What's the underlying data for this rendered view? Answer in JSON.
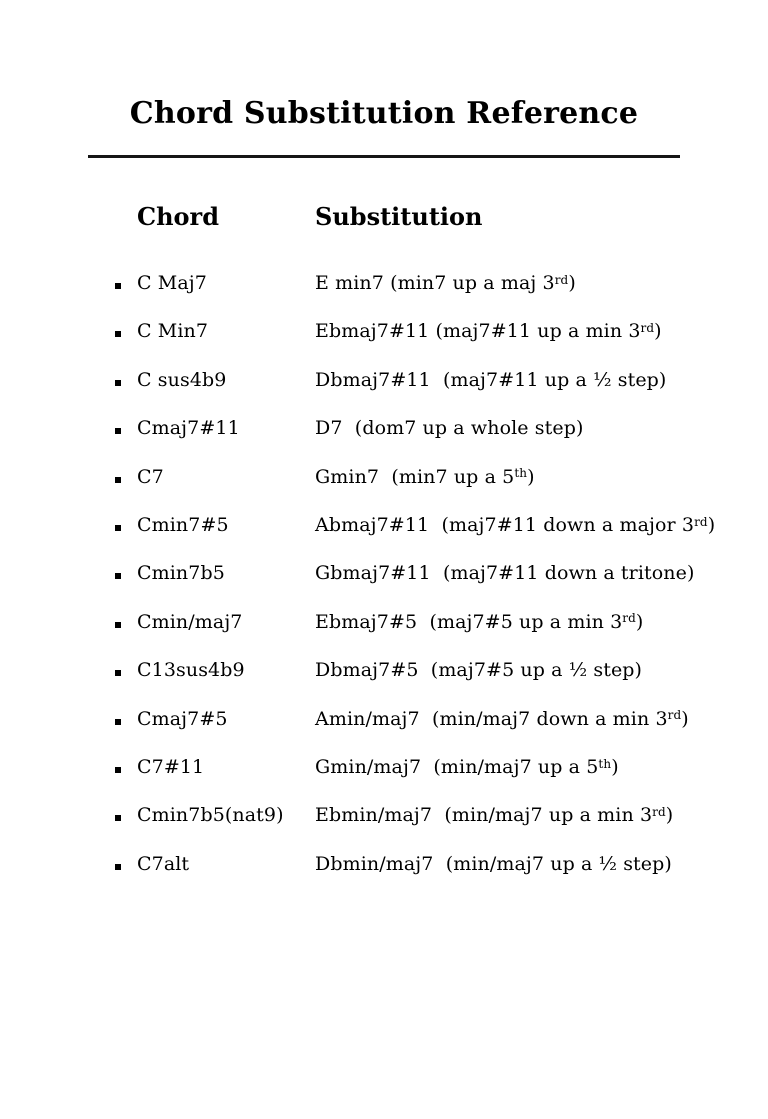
{
  "page": {
    "title": "Chord Substitution Reference"
  },
  "colors": {
    "background": "#ffffff",
    "text": "#000000",
    "rule": "#151515"
  },
  "table": {
    "headers": {
      "chord": "Chord",
      "substitution": "Substitution"
    },
    "rows": [
      {
        "chord": "C Maj7",
        "sub_pre": "E min7 (min7 up a maj 3",
        "sub_sup": "rd",
        "sub_post": ")"
      },
      {
        "chord": "C Min7",
        "sub_pre": "Ebmaj7#11 (maj7#11 up a min 3",
        "sub_sup": "rd",
        "sub_post": ")"
      },
      {
        "chord": "C sus4b9",
        "sub_pre": "Dbmaj7#11  (maj7#11 up a ½ step)",
        "sub_sup": "",
        "sub_post": ""
      },
      {
        "chord": "Cmaj7#11",
        "sub_pre": "D7  (dom7 up a whole step)",
        "sub_sup": "",
        "sub_post": ""
      },
      {
        "chord": "C7",
        "sub_pre": "Gmin7  (min7 up a 5",
        "sub_sup": "th",
        "sub_post": ")"
      },
      {
        "chord": "Cmin7#5",
        "sub_pre": "Abmaj7#11  (maj7#11 down a major 3",
        "sub_sup": "rd",
        "sub_post": ")"
      },
      {
        "chord": "Cmin7b5",
        "sub_pre": "Gbmaj7#11  (maj7#11 down a tritone)",
        "sub_sup": "",
        "sub_post": ""
      },
      {
        "chord": "Cmin/maj7",
        "sub_pre": "Ebmaj7#5  (maj7#5 up a min 3",
        "sub_sup": "rd",
        "sub_post": ")"
      },
      {
        "chord": "C13sus4b9",
        "sub_pre": "Dbmaj7#5  (maj7#5 up a ½ step)",
        "sub_sup": "",
        "sub_post": ""
      },
      {
        "chord": "Cmaj7#5",
        "sub_pre": "Amin/maj7  (min/maj7 down a min 3",
        "sub_sup": "rd",
        "sub_post": ")"
      },
      {
        "chord": "C7#11",
        "sub_pre": "Gmin/maj7  (min/maj7 up a 5",
        "sub_sup": "th",
        "sub_post": ")"
      },
      {
        "chord": "Cmin7b5(nat9)",
        "sub_pre": "Ebmin/maj7  (min/maj7 up a min 3",
        "sub_sup": "rd",
        "sub_post": ")"
      },
      {
        "chord": "C7alt",
        "sub_pre": "Dbmin/maj7  (min/maj7 up a ½ step)",
        "sub_sup": "",
        "sub_post": ""
      }
    ]
  }
}
